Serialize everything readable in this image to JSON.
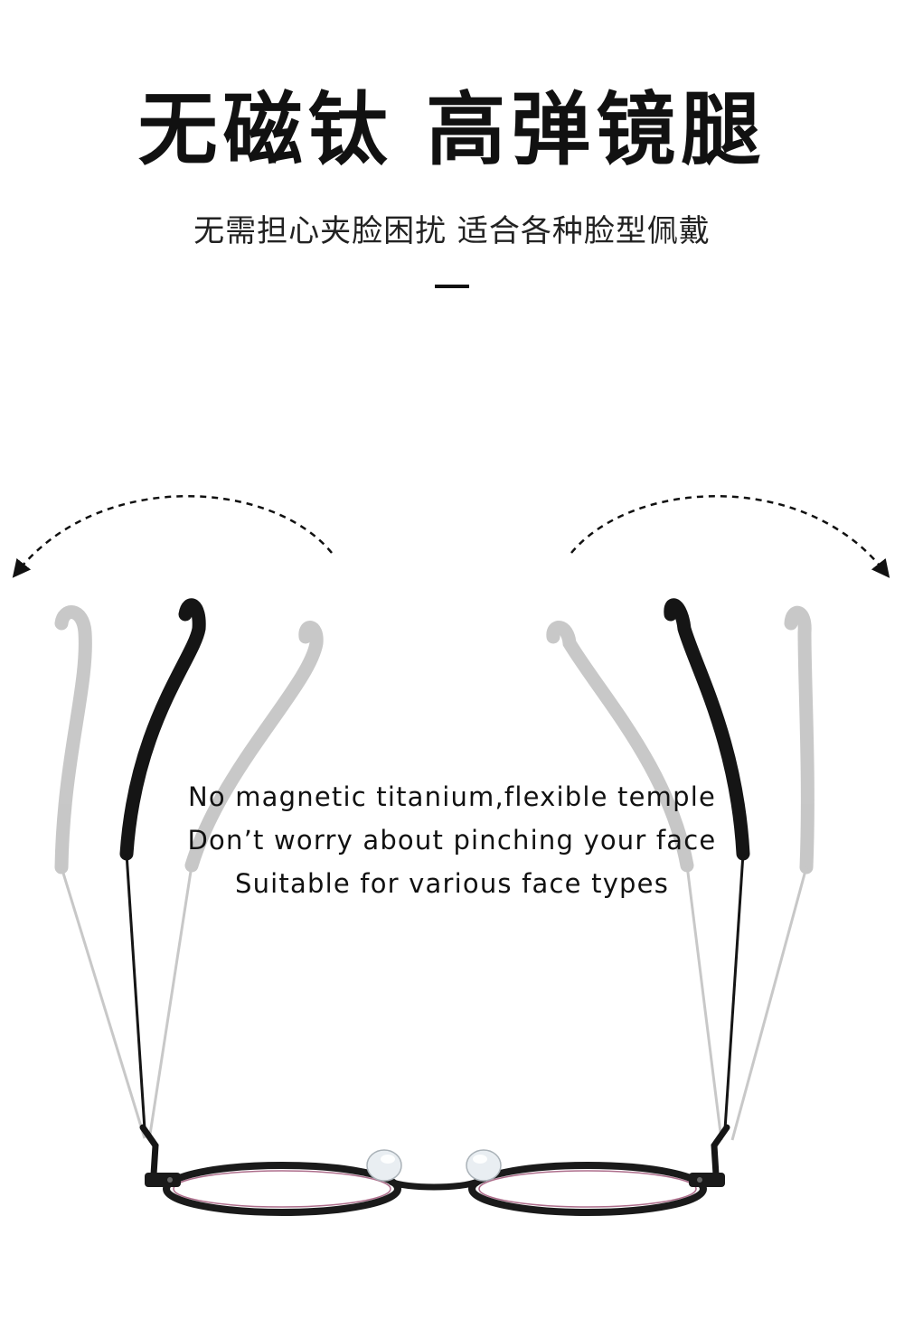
{
  "headline": "无磁钛 高弹镜腿",
  "subheadline": "无需担心夹脸困扰 适合各种脸型佩戴",
  "caption": {
    "line1": "No magnetic titanium,flexible temple",
    "line2": "Don’t worry about pinching your face",
    "line3": "Suitable for various face types"
  },
  "colors": {
    "text": "#111111",
    "frame": "#1a1a1a",
    "ghost": "#b5b5b5",
    "lens_tint": "#8a2f5a"
  }
}
